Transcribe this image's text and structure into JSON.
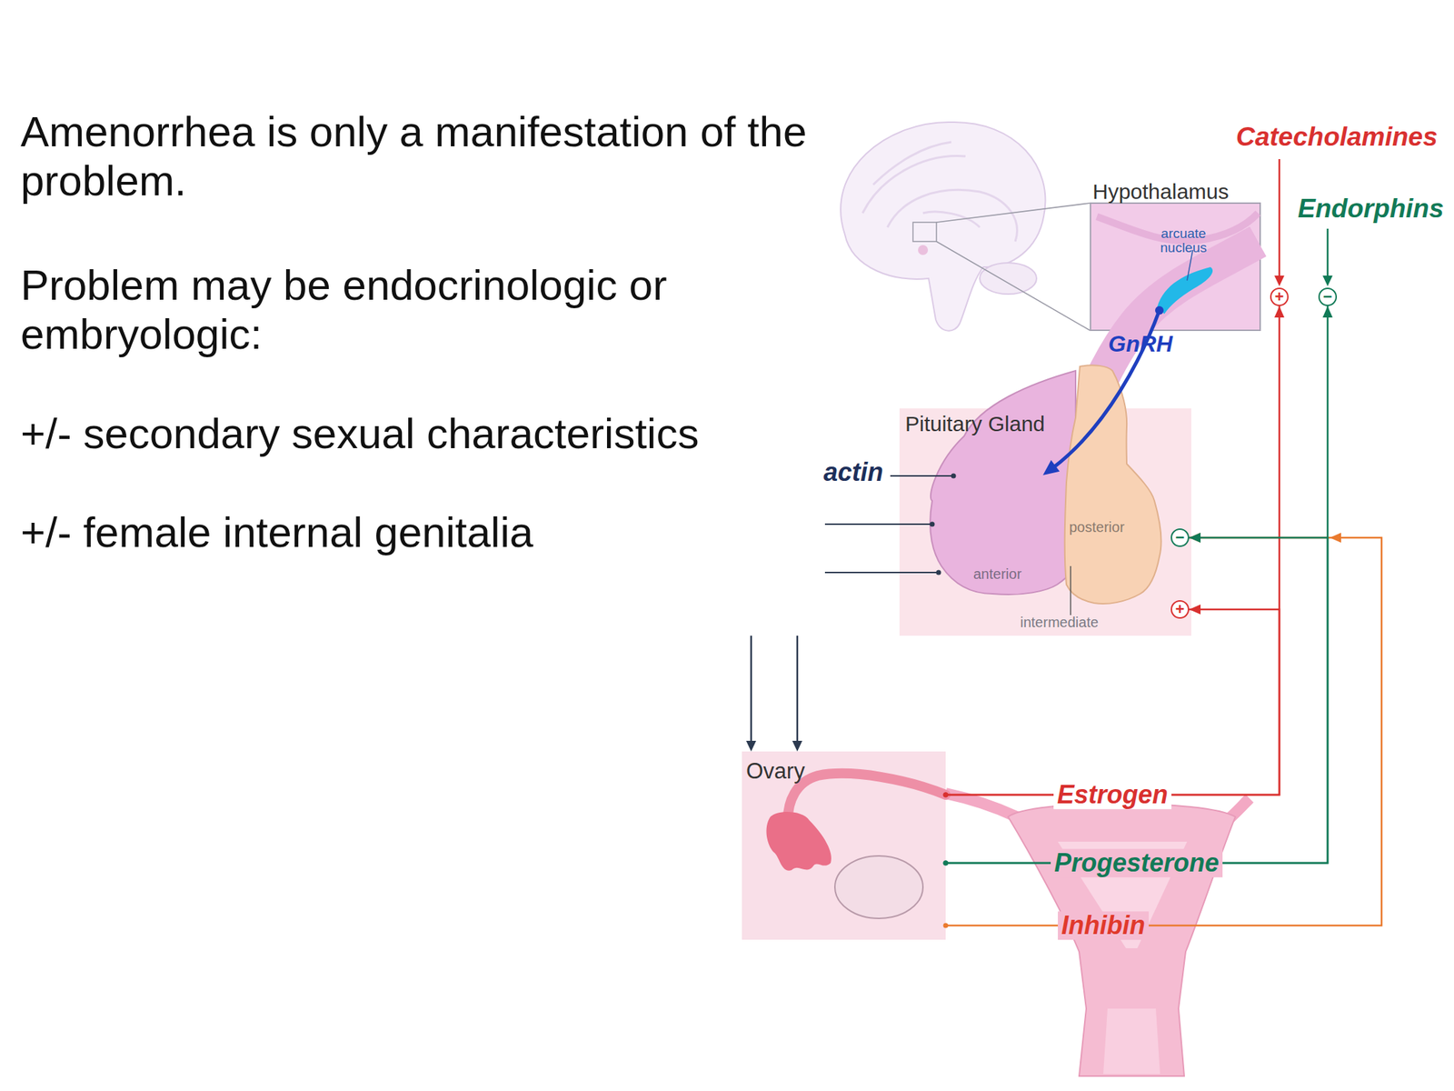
{
  "diagram": {
    "nodes": [
      {
        "text": [
          "Hypothalamus",
          "arcuate nucleus"
        ]
      },
      {
        "text": [
          "+"
        ]
      },
      {
        "text": [
          "−"
        ]
      },
      {
        "text": [
          "Pituitary Gland",
          "posterior",
          "anterior",
          "intermediate"
        ]
      },
      {
        "text": [
          "−"
        ],
        "in": 3
      },
      {
        "text": [
          "+"
        ],
        "in": 3
      },
      {
        "text": [
          "Ovary"
        ]
      }
    ],
    "edges": [
      {
        "from": 6,
        "to": 1,
        "arrow": "to",
        "label": "Estrogen"
      },
      {
        "from": 6,
        "to": 5,
        "arrow": "to"
      },
      {
        "from": 6,
        "to": 2,
        "arrow": "to",
        "label": "Progesterone"
      },
      {
        "from": 6,
        "to": 4,
        "arrow": "to"
      },
      {
        "from": 6,
        "to": 4,
        "arrow": "to",
        "label": "Inhibin"
      }
    ],
    "labels": [
      "Amenorrhea is only a manifestation of the problem.",
      "Problem may be endocrinologic or embryologic:",
      "+/- secondary sexual characteristics",
      "+/- female internal genitalia",
      "Catecholamines",
      "Endorphins",
      "GnRH",
      "actin"
    ]
  }
}
